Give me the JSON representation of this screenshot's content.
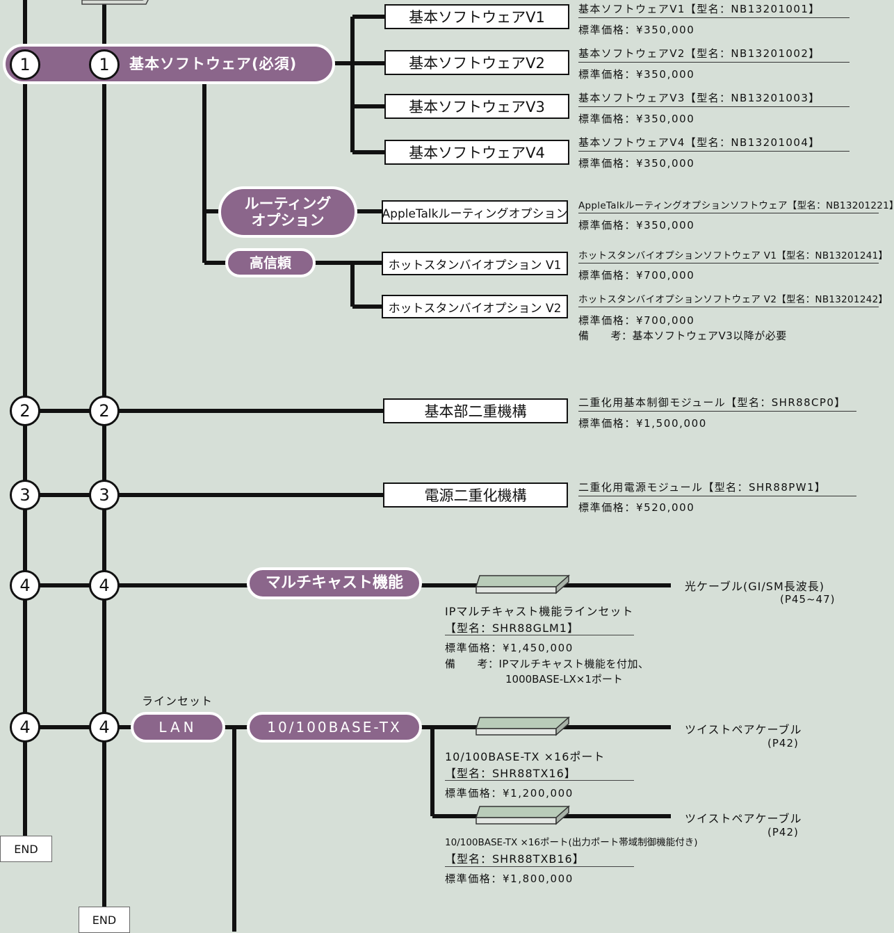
{
  "options": {
    "main_label": "基本ソフトウェア(必須)",
    "routing_label": "ルーティング\nオプション",
    "high_reliability_label": "高信頼",
    "multicast_label": "マルチキャスト機能",
    "lan_label": "LAN",
    "lan_caption": "ラインセット",
    "tx_label": "10/100BASE-TX"
  },
  "markers": [
    "1",
    "1",
    "2",
    "2",
    "3",
    "3",
    "4",
    "4",
    "4",
    "4"
  ],
  "products": [
    {
      "name": "基本ソフトウェアV1",
      "title": "基本ソフトウェアV1【型名：NB13201001】",
      "price": "標準価格：¥350,000"
    },
    {
      "name": "基本ソフトウェアV2",
      "title": "基本ソフトウェアV2【型名：NB13201002】",
      "price": "標準価格：¥350,000"
    },
    {
      "name": "基本ソフトウェアV3",
      "title": "基本ソフトウェアV3【型名：NB13201003】",
      "price": "標準価格：¥350,000"
    },
    {
      "name": "基本ソフトウェアV4",
      "title": "基本ソフトウェアV4【型名：NB13201004】",
      "price": "標準価格：¥350,000"
    },
    {
      "name": "AppleTalkルーティングオプション",
      "title": "AppleTalkルーティングオプションソフトウェア【型名：NB13201221】",
      "price": "標準価格：¥350,000"
    },
    {
      "name": "ホットスタンバイオプション V1",
      "title": "ホットスタンバイオプションソフトウェア V1【型名：NB13201241】",
      "price": "標準価格：¥700,000"
    },
    {
      "name": "ホットスタンバイオプション V2",
      "title": "ホットスタンバイオプションソフトウェア V2【型名：NB13201242】",
      "price": "標準価格：¥700,000",
      "note": "備　　考：基本ソフトウェアV3以降が必要"
    },
    {
      "name": "基本部二重機構",
      "title": "二重化用基本制御モジュール【型名：SHR88CP0】",
      "price": "標準価格：¥1,500,000"
    },
    {
      "name": "電源二重化機構",
      "title": "二重化用電源モジュール【型名：SHR88PW1】",
      "price": "標準価格：¥520,000"
    }
  ],
  "linesets": [
    {
      "name": "IPマルチキャスト機能ラインセット",
      "model": "【型名：SHR88GLM1】",
      "price": "標準価格：¥1,450,000",
      "note1": "備　　考：IPマルチキャスト機能を付加、",
      "note2": "1000BASE-LX×1ポート",
      "cable": "光ケーブル(GI/SM長波長)",
      "page": "(P45~47)"
    },
    {
      "name": "10/100BASE-TX ×16ポート",
      "model": "【型名：SHR88TX16】",
      "price": "標準価格：¥1,200,000",
      "cable": "ツイストペアケーブル",
      "page": "(P42)"
    },
    {
      "name": "10/100BASE-TX ×16ポート(出力ポート帯域制御機能付き)",
      "model": "【型名：SHR88TXB16】",
      "price": "標準価格：¥1,800,000",
      "cable": "ツイストペアケーブル",
      "page": "(P42)"
    }
  ],
  "end_labels": [
    "END",
    "END"
  ]
}
